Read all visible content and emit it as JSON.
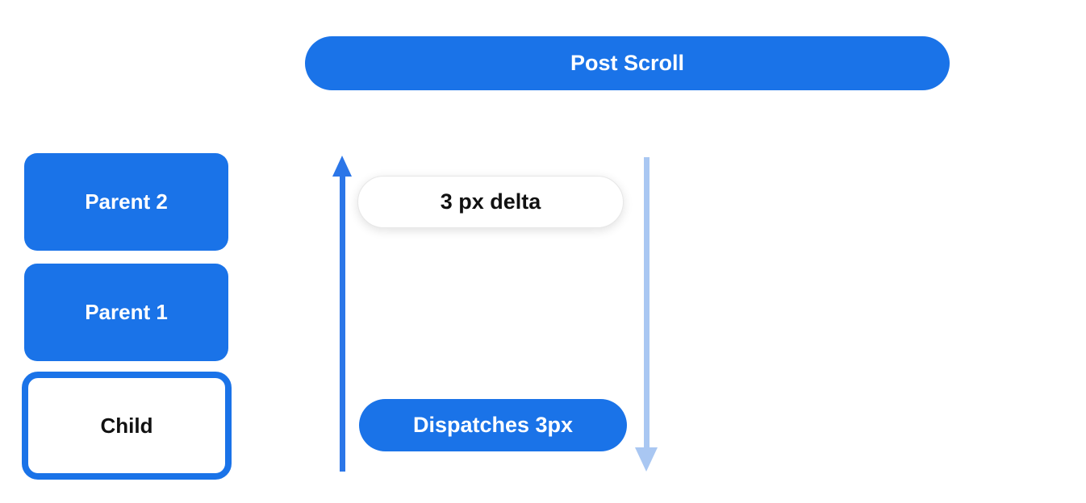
{
  "canvas": {
    "background": "#ffffff"
  },
  "colors": {
    "primary_blue": "#1a73e8",
    "arrow_blue": "#2b76e8",
    "light_blue": "#a9c7f2",
    "text_dark": "#111111",
    "text_light": "#ffffff"
  },
  "header": {
    "label": "Post Scroll"
  },
  "stack": {
    "items": [
      {
        "label": "Parent 2",
        "variant": "filled"
      },
      {
        "label": "Parent 1",
        "variant": "filled"
      },
      {
        "label": "Child",
        "variant": "outlined"
      }
    ]
  },
  "flow": {
    "up_arrow_icon": "arrow-up",
    "down_arrow_icon": "arrow-down",
    "delta_pill_label": "3 px delta",
    "dispatches_pill_label": "Dispatches 3px"
  }
}
